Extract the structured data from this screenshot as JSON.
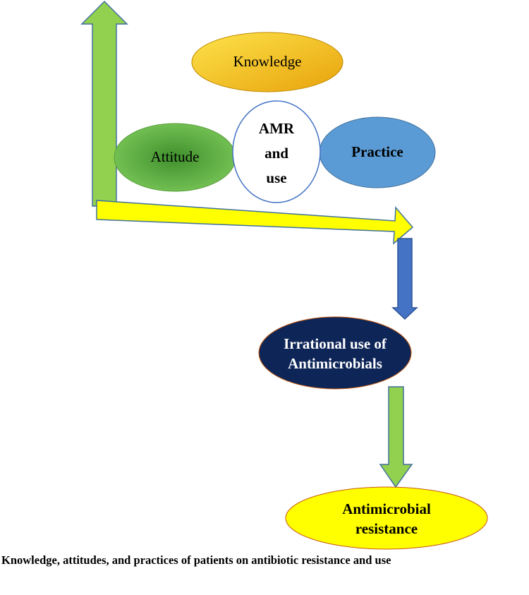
{
  "nodes": {
    "knowledge": {
      "label": "Knowledge"
    },
    "attitude": {
      "label": "Attitude"
    },
    "center": {
      "lines": [
        "AMR",
        "and",
        "use"
      ]
    },
    "practice": {
      "label": "Practice"
    },
    "irrational": {
      "lines": [
        "Irrational use of",
        "Antimicrobials"
      ]
    },
    "resistance": {
      "lines": [
        "Antimicrobial",
        "resistance"
      ]
    }
  },
  "colors": {
    "green_arrow": "#92d050",
    "yellow_arrow": "#ffff00",
    "blue_arrow": "#4472c4",
    "knowledge_fill": "#f5c518",
    "attitude_fill": "#4caf3a",
    "practice_fill": "#5b9bd5",
    "irrational_fill": "#0d2557",
    "resistance_fill": "#ffff00"
  },
  "caption": "Knowledge, attitudes, and practices of patients on antibiotic resistance and use"
}
